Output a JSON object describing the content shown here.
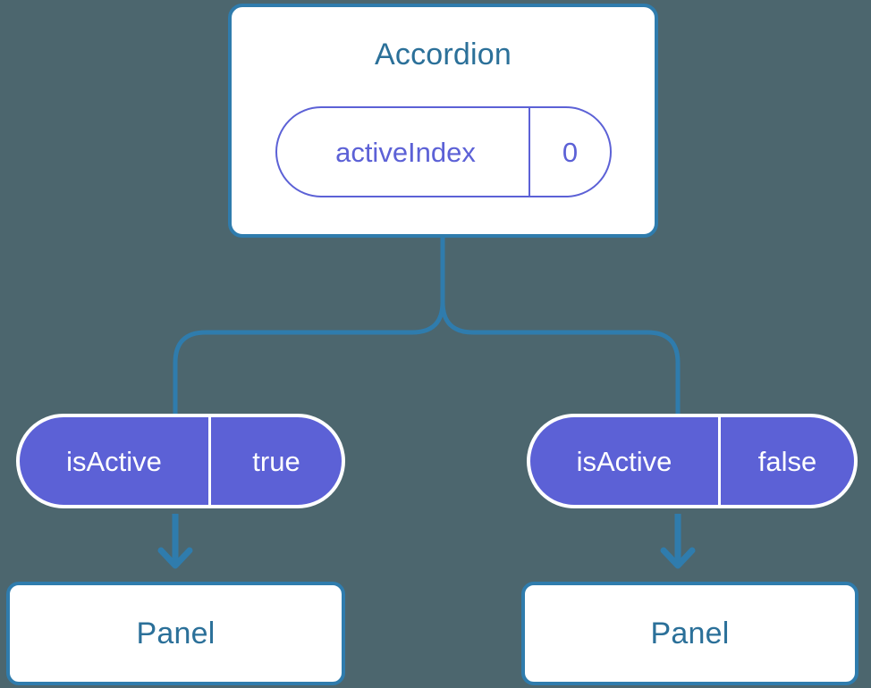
{
  "diagram": {
    "background_color": "#4c666e",
    "title_color": "#2b7099",
    "box_border_color": "#2f7cad",
    "pill_accent_color": "#5c61d6",
    "connector_color": "#2f7cad",
    "root": {
      "name": "accordion-component",
      "title": "Accordion",
      "state": {
        "key": "activeIndex",
        "value": "0"
      }
    },
    "branches": [
      {
        "name": "left-branch",
        "prop": {
          "key": "isActive",
          "value": "true"
        },
        "child": {
          "name": "panel-component-left",
          "title": "Panel"
        }
      },
      {
        "name": "right-branch",
        "prop": {
          "key": "isActive",
          "value": "false"
        },
        "child": {
          "name": "panel-component-right",
          "title": "Panel"
        }
      }
    ]
  }
}
